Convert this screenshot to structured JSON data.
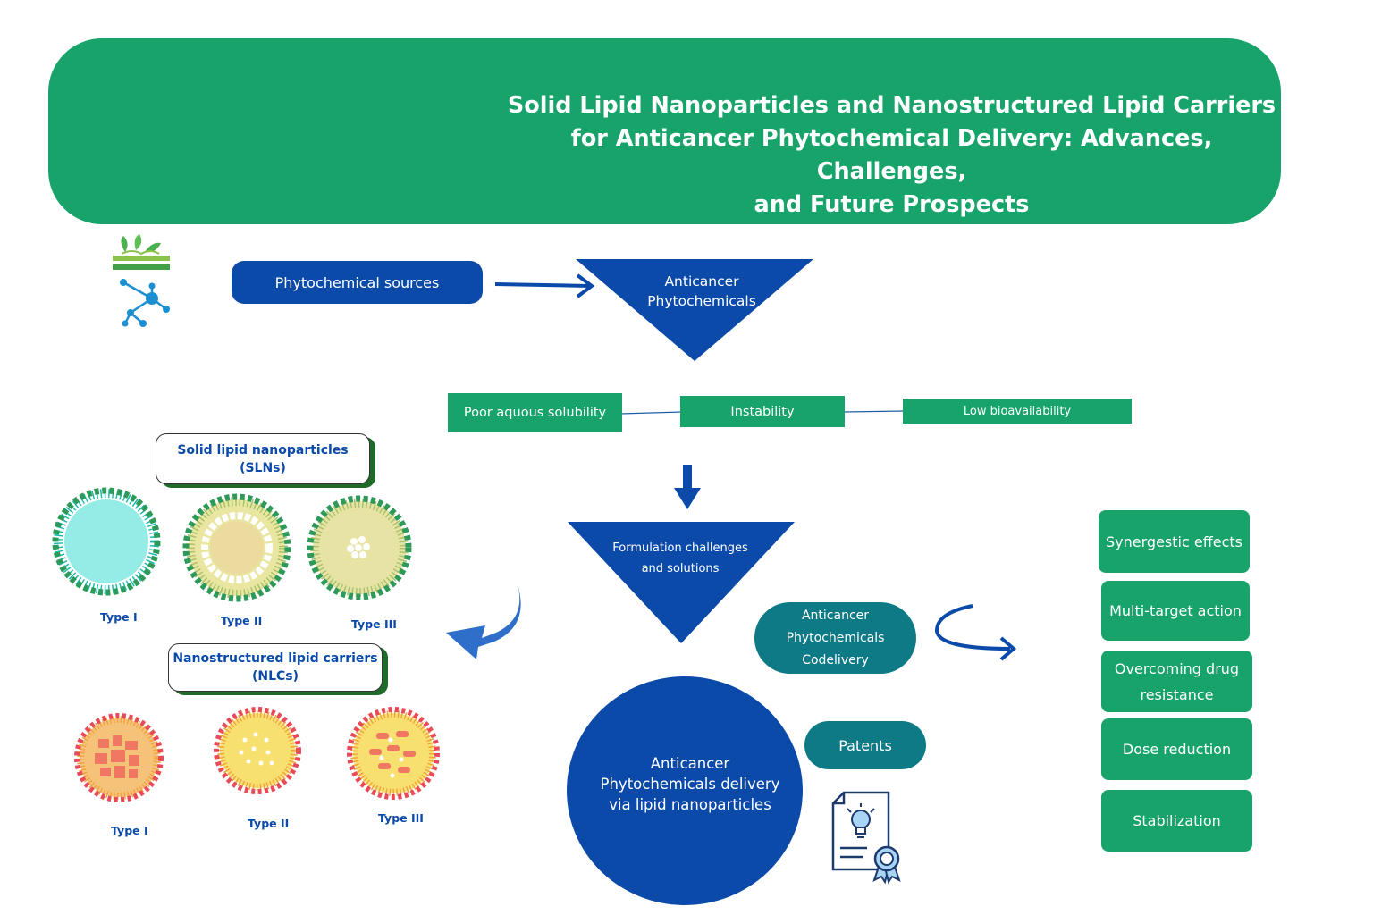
{
  "title": {
    "line1": "Solid Lipid Nanoparticles and Nanostructured Lipid Carriers",
    "line2": "for Anticancer Phytochemical Delivery: Advances, Challenges,",
    "line3": "and Future Prospects"
  },
  "sources": "Phytochemical sources",
  "top_triangle": {
    "line1": "Anticancer",
    "line2": "Phytochemicals"
  },
  "issues": [
    "Poor aquous solubility",
    "Instability",
    "Low bioavailability"
  ],
  "formulation_triangle": {
    "line1": "Formulation challenges",
    "line2": "and solutions"
  },
  "sln": {
    "title_line1": "Solid lipid nanoparticles",
    "title_line2": "(SLNs)",
    "types": [
      "Type I",
      "Type II",
      "Type III"
    ]
  },
  "nlc": {
    "title_line1": "Nanostructured lipid carriers",
    "title_line2": "(NLCs)",
    "types": [
      "Type I",
      "Type II",
      "Type III"
    ]
  },
  "delivery_circle": {
    "line1": "Anticancer",
    "line2": "Phytochemicals delivery",
    "line3": "via lipid nanoparticles"
  },
  "codelivery": {
    "line1": "Anticancer",
    "line2": "Phytochemicals",
    "line3": "Codelivery"
  },
  "patents": "Patents",
  "benefits": {
    "synergy": "Synergestic effects",
    "multi_target": "Multi-target action",
    "resistance_line1": "Overcoming drug",
    "resistance_line2": "resistance",
    "dose": "Dose reduction",
    "stabilization": "Stabilization"
  },
  "icons": [
    "plant-molecule-icon",
    "patent-certificate-icon",
    "lightbulb-icon",
    "award-ribbon-icon"
  ],
  "colors": {
    "green": "#17a36a",
    "blue": "#0b4aa8",
    "teal": "#0d7a86",
    "sln_cyan": "#95ece6",
    "nlc_red": "#f07863"
  }
}
